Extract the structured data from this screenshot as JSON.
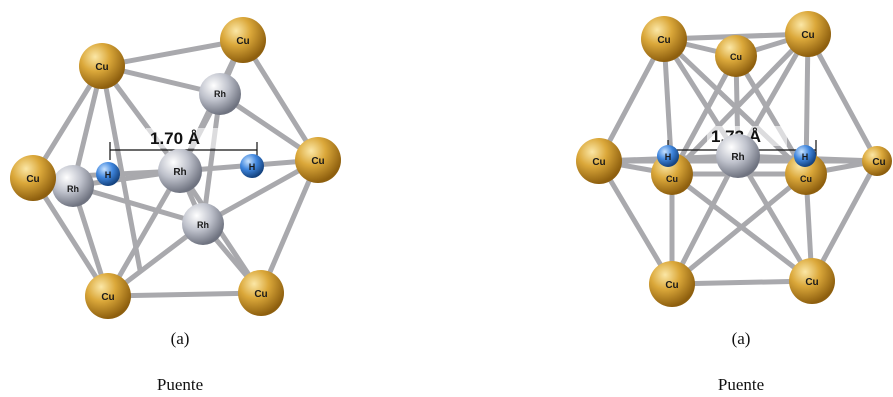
{
  "colors": {
    "cu": "#d6a030",
    "rh": "#b9bcc6",
    "h": "#3f86de",
    "bond": "#a4a4a8"
  },
  "atom_labels": {
    "cu": "Cu",
    "rh": "Rh",
    "h": "H"
  },
  "panels": [
    {
      "distance_label": "1.70  Å",
      "caption_letter": "(a)",
      "caption_site": "Puente"
    },
    {
      "distance_label": "1.73  Å",
      "caption_letter": "(a)",
      "caption_site": "Puente"
    }
  ]
}
